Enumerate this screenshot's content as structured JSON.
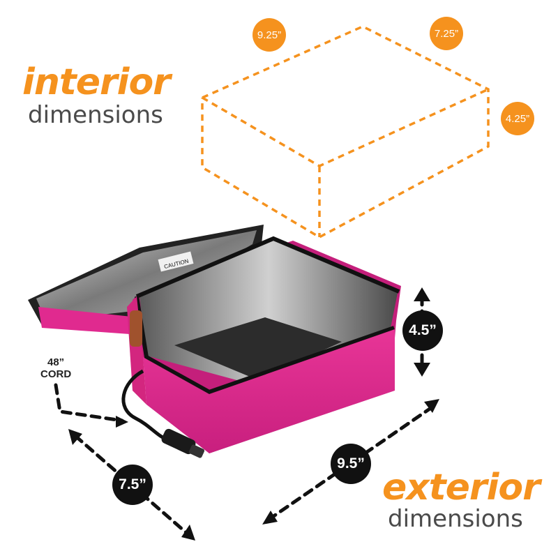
{
  "interior": {
    "heading": "interior",
    "subheading": "dimensions",
    "length": "9.25”",
    "width": "7.25”",
    "height": "4.25”"
  },
  "exterior": {
    "heading": "exterior",
    "subheading": "dimensions",
    "height": "4.5”",
    "length": "9.5”",
    "width": "7.5”"
  },
  "cord": {
    "length": "48”",
    "label": "CORD"
  },
  "product": {
    "lid_tag": "CAUTION"
  },
  "colors": {
    "accent": "#f5921e",
    "bag": "#e02a8f",
    "text": "#4a4a4a",
    "badge_dark": "#111111"
  }
}
